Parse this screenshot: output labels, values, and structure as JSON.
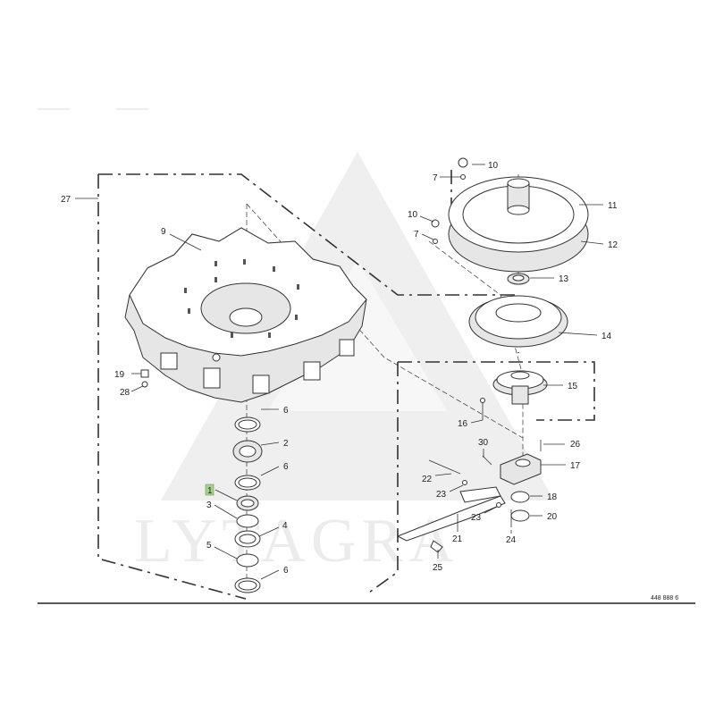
{
  "diagram": {
    "reference": "448 888 6",
    "watermark": "LYTAGRA",
    "highlight_color": "#a9d18e",
    "callouts": {
      "c1": "1",
      "c2": "2",
      "c3": "3",
      "c4": "4",
      "c5": "5",
      "c6a": "6",
      "c6b": "6",
      "c6c": "6",
      "c7a": "7",
      "c7b": "7",
      "c9": "9",
      "c10a": "10",
      "c10b": "10",
      "c11": "11",
      "c12": "12",
      "c13": "13",
      "c14": "14",
      "c15": "15",
      "c16": "16",
      "c17": "17",
      "c18": "18",
      "c19": "19",
      "c20": "20",
      "c21": "21",
      "c22": "22",
      "c23a": "23",
      "c23b": "23",
      "c24": "24",
      "c25": "25",
      "c26": "26",
      "c27": "27",
      "c28": "28",
      "c30": "30"
    }
  }
}
